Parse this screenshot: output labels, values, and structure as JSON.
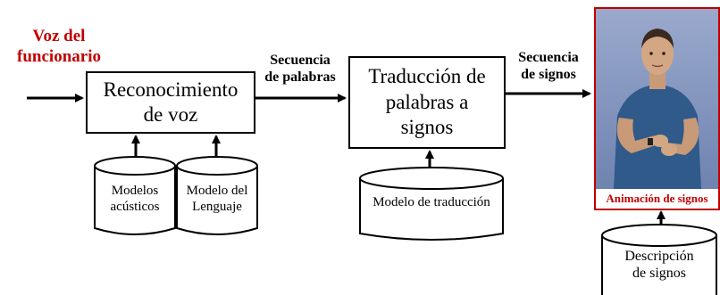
{
  "input_label": [
    "Voz del",
    "funcionario"
  ],
  "seq_words_label": [
    "Secuencia",
    "de palabras"
  ],
  "seq_signs_label": [
    "Secuencia",
    "de signos"
  ],
  "speech_box": [
    "Reconocimiento",
    "de voz"
  ],
  "translation_box": [
    "Traducción de",
    "palabras a",
    "signos"
  ],
  "acoustic_models": [
    "Modelos",
    "acústicos"
  ],
  "language_model": [
    "Modelo del",
    "Lenguaje"
  ],
  "translation_model": "Modelo de traducción",
  "sign_description": [
    "Descripción",
    "de signos"
  ],
  "avatar_caption": "Animación de signos",
  "colors": {
    "accent_red": "#c00000",
    "avatar_bg": "#7d8fb8",
    "avatar_frame": "#c00000"
  }
}
